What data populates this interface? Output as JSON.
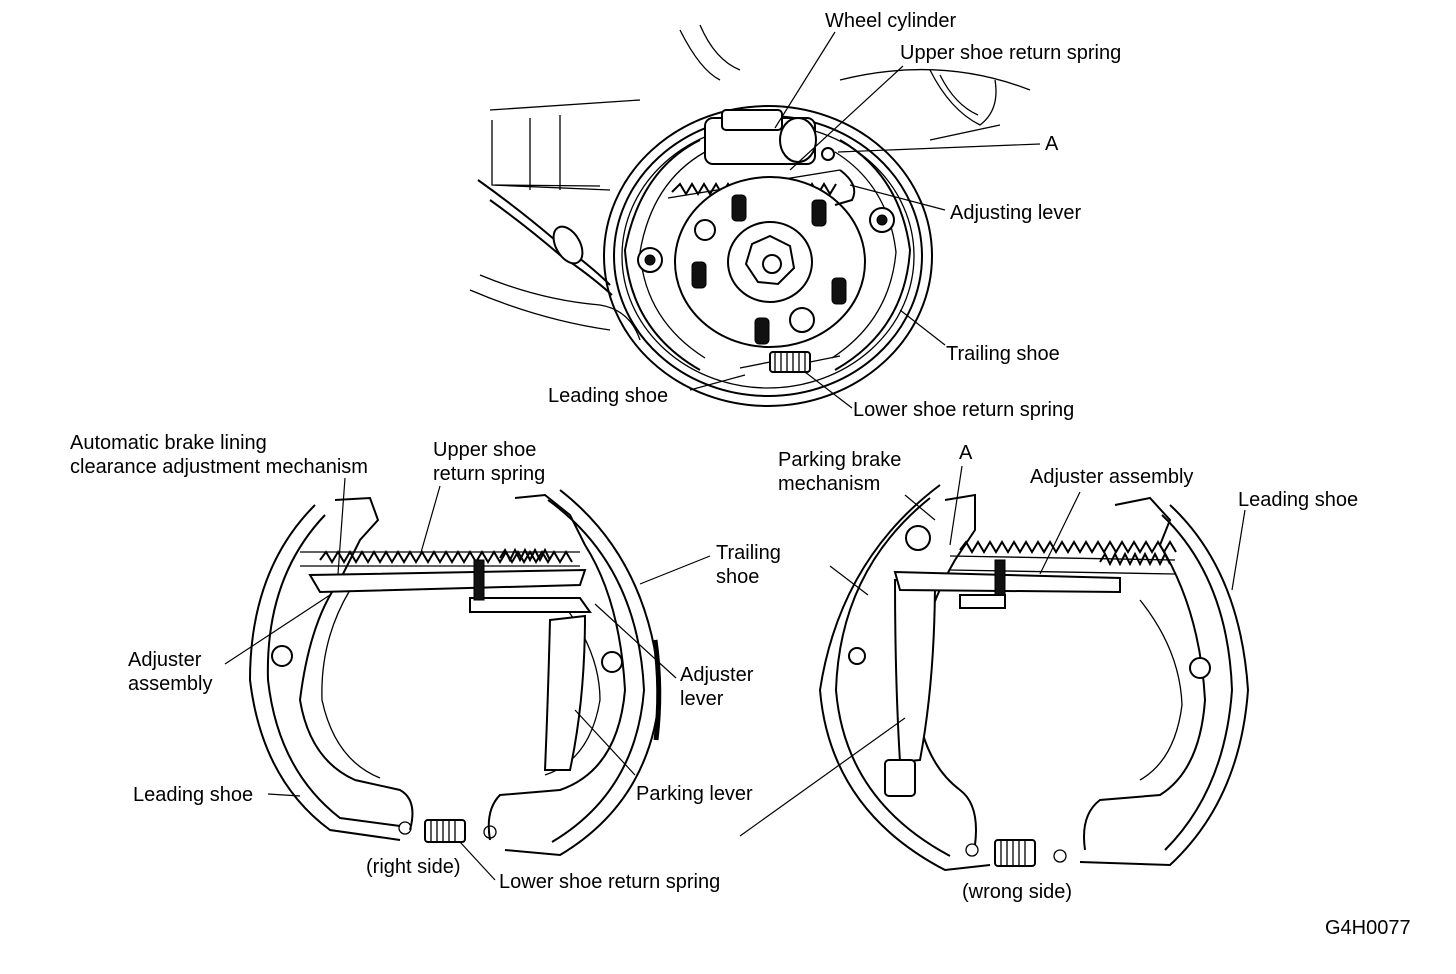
{
  "figure_code": "G4H0077",
  "top_view": {
    "labels": {
      "wheel_cylinder": "Wheel cylinder",
      "upper_spring": "Upper shoe return spring",
      "point_a": "A",
      "adjusting_lever": "Adjusting lever",
      "trailing_shoe": "Trailing shoe",
      "leading_shoe": "Leading shoe",
      "lower_spring": "Lower shoe return spring"
    }
  },
  "left_assembly": {
    "caption": "(right side)",
    "labels": {
      "mechanism": "Automatic brake lining\nclearance adjustment mechanism",
      "upper_spring": "Upper shoe\nreturn spring",
      "trailing_shoe": "Trailing\nshoe",
      "adjuster_assembly": "Adjuster\nassembly",
      "adjuster_lever": "Adjuster\nlever",
      "parking_lever": "Parking lever",
      "leading_shoe": "Leading shoe",
      "lower_spring": "Lower shoe return spring"
    }
  },
  "right_assembly": {
    "caption": "(wrong side)",
    "labels": {
      "parking_mechanism": "Parking brake\nmechanism",
      "point_a": "A",
      "adjuster_assembly": "Adjuster assembly",
      "leading_shoe": "Leading shoe"
    }
  }
}
